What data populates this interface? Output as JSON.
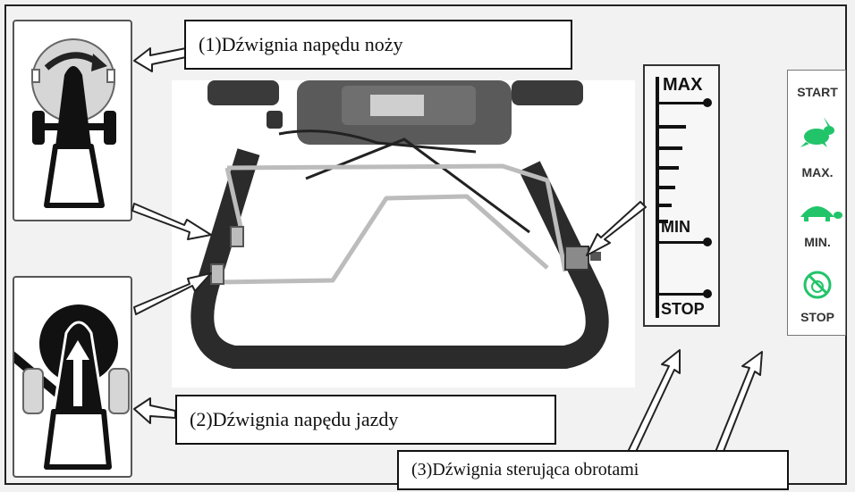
{
  "callouts": {
    "blade": "(1)Dźwignia napędu noży",
    "drive": "(2)Dźwignia napędu jazdy",
    "throttle": "(3)Dźwignia sterująca obrotami"
  },
  "throttle_scale": {
    "max": "MAX",
    "min": "MIN",
    "stop": "STOP"
  },
  "status_panel": {
    "start": "START",
    "max": "MAX.",
    "min": "MIN.",
    "stop": "STOP"
  },
  "icons": {
    "blade_icon": "blade-engagement-icon",
    "drive_icon": "drive-engagement-icon",
    "rabbit_icon": "rabbit-fast-icon",
    "turtle_icon": "turtle-slow-icon",
    "stop_icon": "engine-stop-icon"
  },
  "colors": {
    "status_green": "#22c46a",
    "frame": "#222222",
    "handle": "#2b2b2b",
    "bail": "#bcbcbc"
  }
}
